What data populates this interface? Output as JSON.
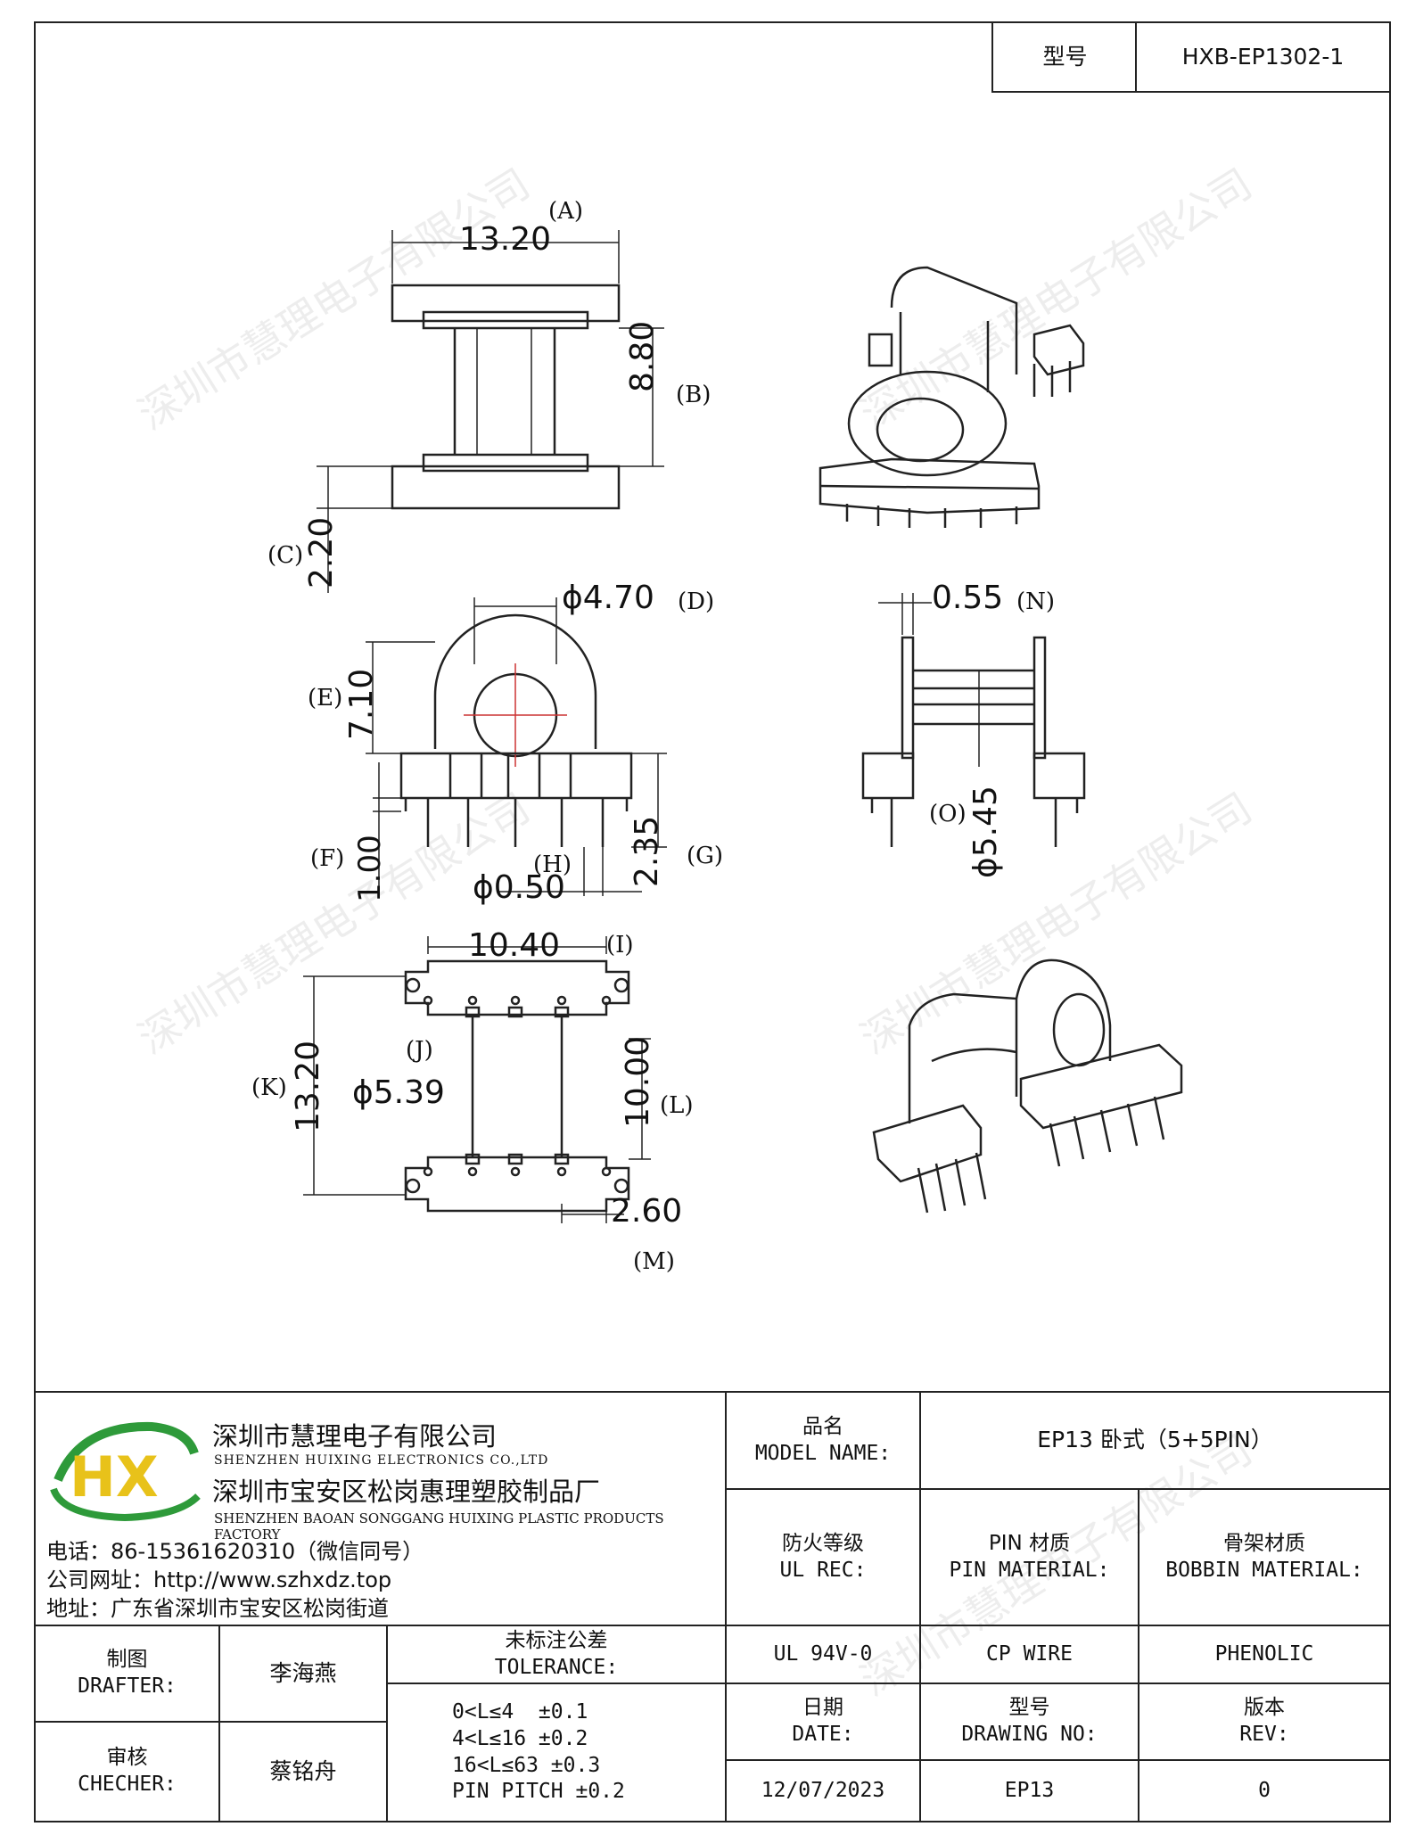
{
  "header": {
    "model_label": "型号",
    "model_value": "HXB-EP1302-1"
  },
  "watermark": "深圳市慧理电子有限公司",
  "dims": {
    "A": "13.20",
    "A_tag": "(A)",
    "B": "8.80",
    "B_tag": "(B)",
    "C": "2.20",
    "C_tag": "(C)",
    "D": "ϕ4.70",
    "D_tag": "(D)",
    "E": "7.10",
    "E_tag": "(E)",
    "F": "1.00",
    "F_tag": "(F)",
    "G": "2.35",
    "G_tag": "(G)",
    "H": "ϕ0.50",
    "H_tag": "(H)",
    "I": "10.40",
    "I_tag": "(I)",
    "J": "ϕ5.39",
    "J_tag": "(J)",
    "K": "13.20",
    "K_tag": "(K)",
    "L": "10.00",
    "L_tag": "(L)",
    "M": "2.60",
    "M_tag": "(M)",
    "N": "0.55",
    "N_tag": "(N)",
    "O": "ϕ5.45",
    "O_tag": "(O)"
  },
  "company": {
    "logo_letters": "HX",
    "name_cn": "深圳市慧理电子有限公司",
    "name_en": "SHENZHEN HUIXING ELECTRONICS CO.,LTD",
    "factory_cn": "深圳市宝安区松岗惠理塑胶制品厂",
    "factory_en": "SHENZHEN BAOAN SONGGANG HUIXING PLASTIC PRODUCTS FACTORY",
    "phone": "电话：86-15361620310（微信同号）",
    "website": "公司网址：http://www.szhxdz.top",
    "address": "地址：广东省深圳市宝安区松岗街道"
  },
  "title_block": {
    "model_name_cn": "品名",
    "model_name_en": "MODEL NAME:",
    "model_name_value": "EP13 卧式（5+5PIN）",
    "fire_cn": "防火等级",
    "fire_en": "UL REC:",
    "pin_cn": "PIN 材质",
    "pin_en": "PIN MATERIAL:",
    "bobbin_cn": "骨架材质",
    "bobbin_en": "BOBBIN MATERIAL:",
    "fire_value": "UL 94V-0",
    "pin_value": "CP WIRE",
    "bobbin_value": "PHENOLIC",
    "drafter_cn": "制图",
    "drafter_en": "DRAFTER:",
    "drafter_name": "李海燕",
    "checker_cn": "审核",
    "checker_en": "CHECHER:",
    "checker_name": "蔡铭舟",
    "tol_cn": "未标注公差",
    "tol_en": "TOLERANCE:",
    "tol_lines": [
      "0<L≤4  ±0.1",
      "4<L≤16 ±0.2",
      "16<L≤63 ±0.3",
      "PIN PITCH ±0.2"
    ],
    "date_cn": "日期",
    "date_en": "DATE:",
    "date_value": "12/07/2023",
    "dwg_cn": "型号",
    "dwg_en": "DRAWING NO:",
    "dwg_value": "EP13",
    "rev_cn": "版本",
    "rev_en": "REV:",
    "rev_value": "0"
  },
  "colors": {
    "logo_green": "#2e9a3a",
    "logo_yellow": "#e8c21a",
    "line": "#222222"
  }
}
